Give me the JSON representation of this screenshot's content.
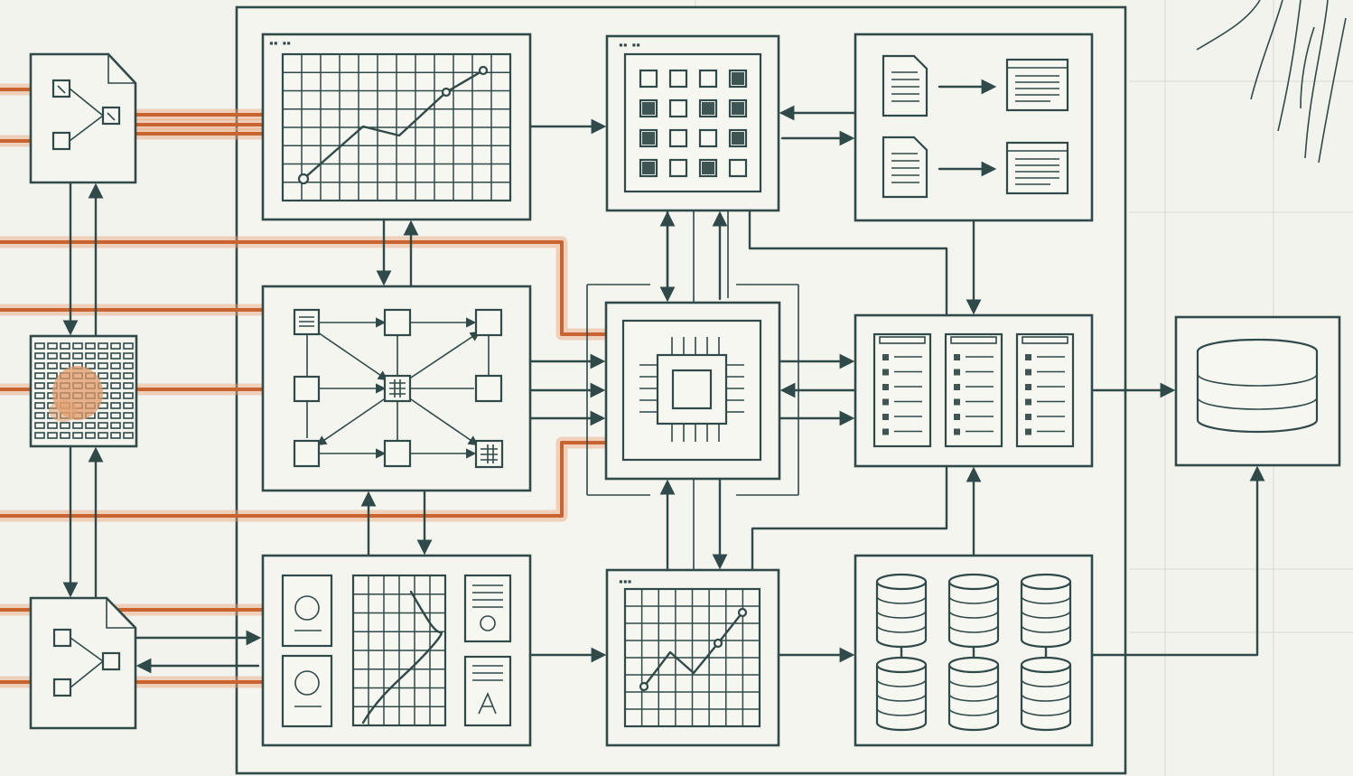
{
  "diagram": {
    "panels": [
      {
        "id": "chart-panel-top",
        "caption": "▪▪ ▪▪"
      },
      {
        "id": "matrix-panel",
        "caption": "▪▪ ▪▪"
      },
      {
        "id": "graph-panel-bottom-center",
        "caption": "▪▪▪"
      }
    ],
    "accent_color": "#c9632f",
    "line_color": "#2f4a48",
    "background_color": "#f3f3ee"
  }
}
